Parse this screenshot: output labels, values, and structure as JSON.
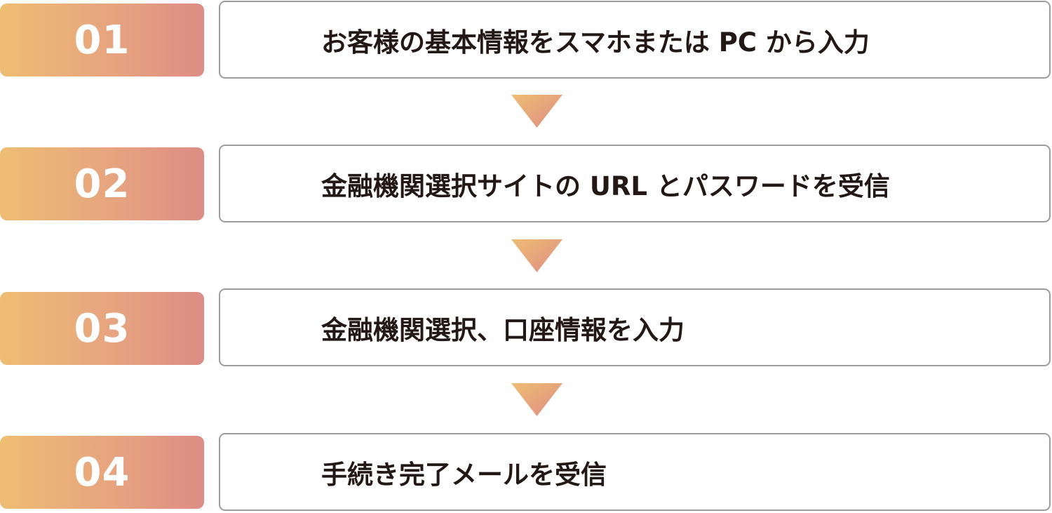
{
  "steps": [
    {
      "number": "01",
      "text": "お客様の基本情報をスマホまたは PC から入力"
    },
    {
      "number": "02",
      "text": "金融機関選択サイトの URL とパスワードを受信"
    },
    {
      "number": "03",
      "text": "金融機関選択、口座情報を入力"
    },
    {
      "number": "04",
      "text": "手続き完了メールを受信"
    }
  ],
  "colors": {
    "badge_gradient_start": "#efbd73",
    "badge_gradient_end": "#dd8d84",
    "box_border": "#9d9d9d",
    "text": "#231815"
  },
  "icons": {
    "connector": "down-triangle-arrow"
  }
}
